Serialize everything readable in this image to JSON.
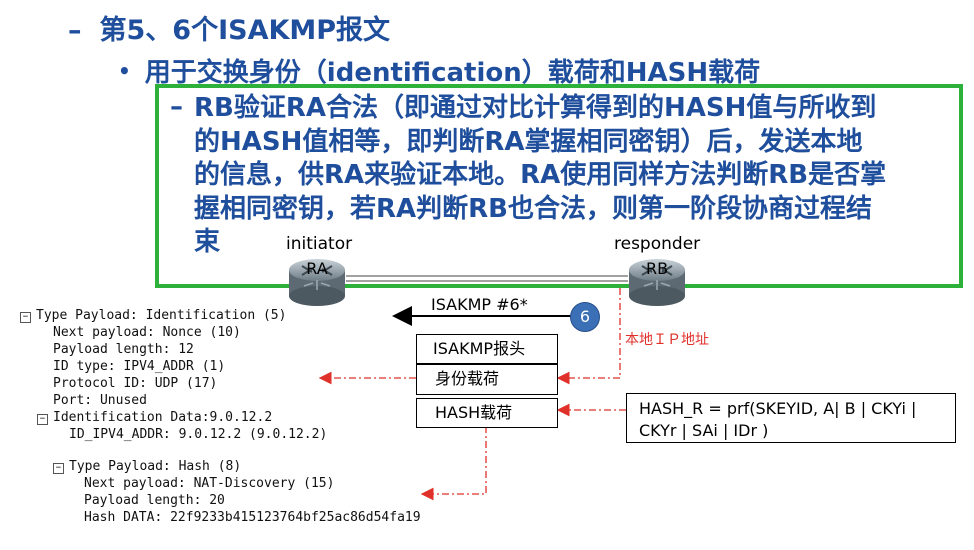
{
  "slide": {
    "heading1": "第5、6个ISAKMP报文",
    "heading2": "用于交换身份（identification）载荷和HASH载荷",
    "note_lines": [
      "RB验证RA合法（即通过对比计算得到的HASH值与所收到",
      "的HASH值相等，即判断RA掌握相同密钥）后，发送本地",
      "的信息，供RA来验证本地。RA使用同样方法判断RB是否掌",
      "握相同密钥，若RA判断RB也合法，则第一阶段协商过程结",
      "束"
    ],
    "accent_green": "#2eb13a",
    "text_blue": "#1f4e9c"
  },
  "diagram": {
    "initiator_label": "initiator",
    "responder_label": "responder",
    "router_a": "RA",
    "router_b": "RB",
    "message_label": "ISAKMP #6*",
    "step_number": "6",
    "local_ip_note": "本地ＩＰ地址",
    "packet_rows": [
      "ISAKMP报头",
      "身份载荷",
      "HASH载荷"
    ],
    "hash_formula_line1": "HASH_R = prf(SKEYID, A| B | CKYi |",
    "hash_formula_line2": "CKYr | SAi | IDr )",
    "red_color": "#e0302a"
  },
  "protocol_tree": {
    "lines": [
      "Type Payload: Identification (5)",
      "Next payload: Nonce (10)",
      "Payload length: 12",
      "ID type: IPV4_ADDR (1)",
      "Protocol ID: UDP (17)",
      "Port: Unused",
      "Identification Data:9.0.12.2",
      "ID_IPV4_ADDR: 9.0.12.2 (9.0.12.2)",
      "Type Payload: Hash (8)",
      "Next payload: NAT-Discovery (15)",
      "Payload length: 20",
      "Hash DATA: 22f9233b415123764bf25ac86d54fa19"
    ]
  }
}
